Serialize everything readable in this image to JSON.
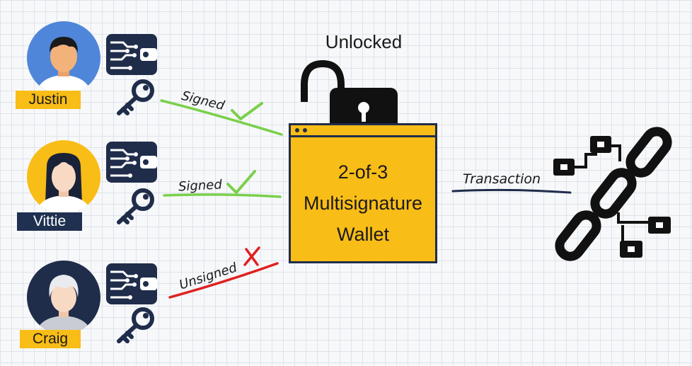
{
  "users": [
    {
      "name": "Justin",
      "status": "Signed"
    },
    {
      "name": "Vittie",
      "status": "Signed"
    },
    {
      "name": "Craig",
      "status": "Unsigned"
    }
  ],
  "lock": {
    "state_label": "Unlocked"
  },
  "wallet": {
    "line1": "2-of-3",
    "line2": "Multisignature",
    "line3": "Wallet"
  },
  "transaction_label": "Transaction",
  "colors": {
    "yellow": "#f9bd17",
    "navy": "#1f2d4a",
    "signed_green": "#7ad04a",
    "unsigned_red": "#e02020",
    "blue_avatar": "#4f86d9"
  },
  "icons": [
    "user-avatar-icon",
    "hardware-wallet-icon",
    "key-icon",
    "checkmark-icon",
    "cross-icon",
    "padlock-icon",
    "blockchain-icon"
  ]
}
